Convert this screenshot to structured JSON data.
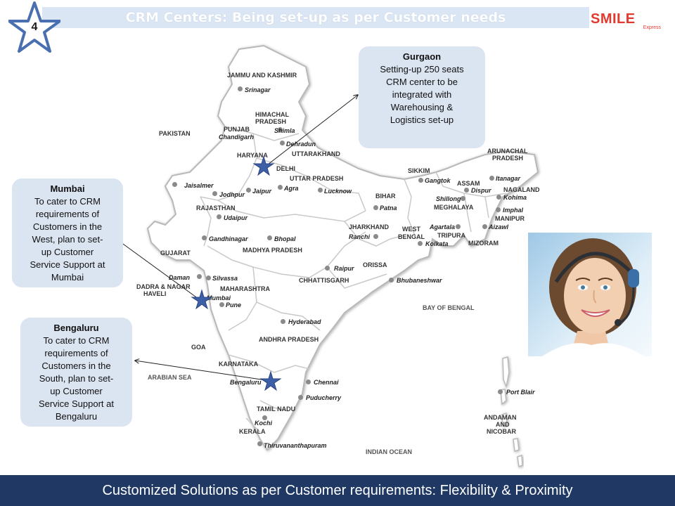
{
  "slide": {
    "number": "4",
    "title": "CRM Centers: Being set-up as per Customer needs",
    "footer": "Customized Solutions as per Customer requirements: Flexibility & Proximity"
  },
  "brand": {
    "name": "SMILE",
    "sub": "Express"
  },
  "callouts": {
    "gurgaon": {
      "heading": "Gurgaon",
      "lines": [
        "Setting-up 250 seats",
        "CRM center to be",
        "integrated with",
        "Warehousing &",
        "Logistics set-up"
      ]
    },
    "mumbai": {
      "heading": "Mumbai",
      "lines": [
        "To cater to CRM",
        "requirements of",
        "Customers in the",
        "West, plan to set-",
        "up Customer",
        "Service Support  at",
        "Mumbai"
      ]
    },
    "bengaluru": {
      "heading": "Bengaluru",
      "lines": [
        "To cater to CRM",
        "requirements of",
        "Customers in the",
        "South, plan to set-",
        "up Customer",
        "Service Support  at",
        "Bengaluru"
      ]
    }
  },
  "map": {
    "regions": {
      "jk": "JAMMU AND KASHMIR",
      "hp1": "HIMACHAL",
      "hp2": "PRADESH",
      "punjab": "PUNJAB",
      "pakistan": "PAKISTAN",
      "haryana": "HARYANA",
      "uttarakhand": "UTTARAKHAND",
      "up": "UTTAR PRADESH",
      "rajasthan": "RAJASTHAN",
      "gujarat": "GUJARAT",
      "mp": "MADHYA PRADESH",
      "dnh1": "DADRA & NAGAR",
      "dnh2": "HAVELI",
      "maharashtra": "MAHARASHTRA",
      "chhattisgarh": "CHHATTISGARH",
      "orissa": "ORISSA",
      "jharkhand": "JHARKHAND",
      "wb1": "WEST",
      "wb2": "BENGAL",
      "bihar": "BIHAR",
      "sikkim": "SIKKIM",
      "assam": "ASSAM",
      "arunachal1": "ARUNACHAL",
      "arunachal2": "PRADESH",
      "nagaland": "NAGALAND",
      "meghalaya": "MEGHALAYA",
      "manipur": "MANIPUR",
      "tripura": "TRIPURA",
      "mizoram": "MIZORAM",
      "goa": "GOA",
      "ap": "ANDHRA PRADESH",
      "karnataka": "KARNATAKA",
      "tn": "TAMIL NADU",
      "kerala": "KERALA",
      "andaman1": "ANDAMAN",
      "andaman2": "AND",
      "andaman3": "NICOBAR"
    },
    "cities": {
      "srinagar": "Srinagar",
      "shimla": "Shimla",
      "chandigarh": "Chandigarh",
      "dehradun": "Dehradun",
      "delhi": "DELHI",
      "jaisalmer": "Jaisalmer",
      "jodhpur": "Jodhpur",
      "jaipur": "Jaipur",
      "agra": "Agra",
      "lucknow": "Lucknow",
      "udaipur": "Udaipur",
      "gandhinagar": "Gandhinagar",
      "bhopal": "Bhopal",
      "daman": "Daman",
      "silvassa": "Silvassa",
      "mumbai": "Mumbai",
      "pune": "Pune",
      "raipur": "Raipur",
      "bhubaneshwar": "Bhubaneshwar",
      "ranchi": "Ranchi",
      "kolkata": "Kolkata",
      "patna": "Patna",
      "gangtok": "Gangtok",
      "dispur": "Dispur",
      "itanagar": "Itanagar",
      "kohima": "Kohima",
      "shillong": "Shillong",
      "imphal": "Imphal",
      "agartala": "Agartala",
      "aizawl": "Aizawl",
      "hyderabad": "Hyderabad",
      "bengaluru": "Bengaluru",
      "chennai": "Chennai",
      "puducherry": "Puducherry",
      "kochi": "Kochi",
      "thiruvananthapuram": "Thiruvananthapuram",
      "portblair": "Port Blair"
    },
    "seas": {
      "bay": "BAY OF BENGAL",
      "arabian": "ARABIAN SEA",
      "indian": "INDIAN OCEAN"
    }
  },
  "colors": {
    "title_bar": "#dbe6f4",
    "footer_bar": "#1f3864",
    "callout_bg": "#dbe4f1",
    "star": "#4a6fb0",
    "brand": "#e23a2e"
  }
}
